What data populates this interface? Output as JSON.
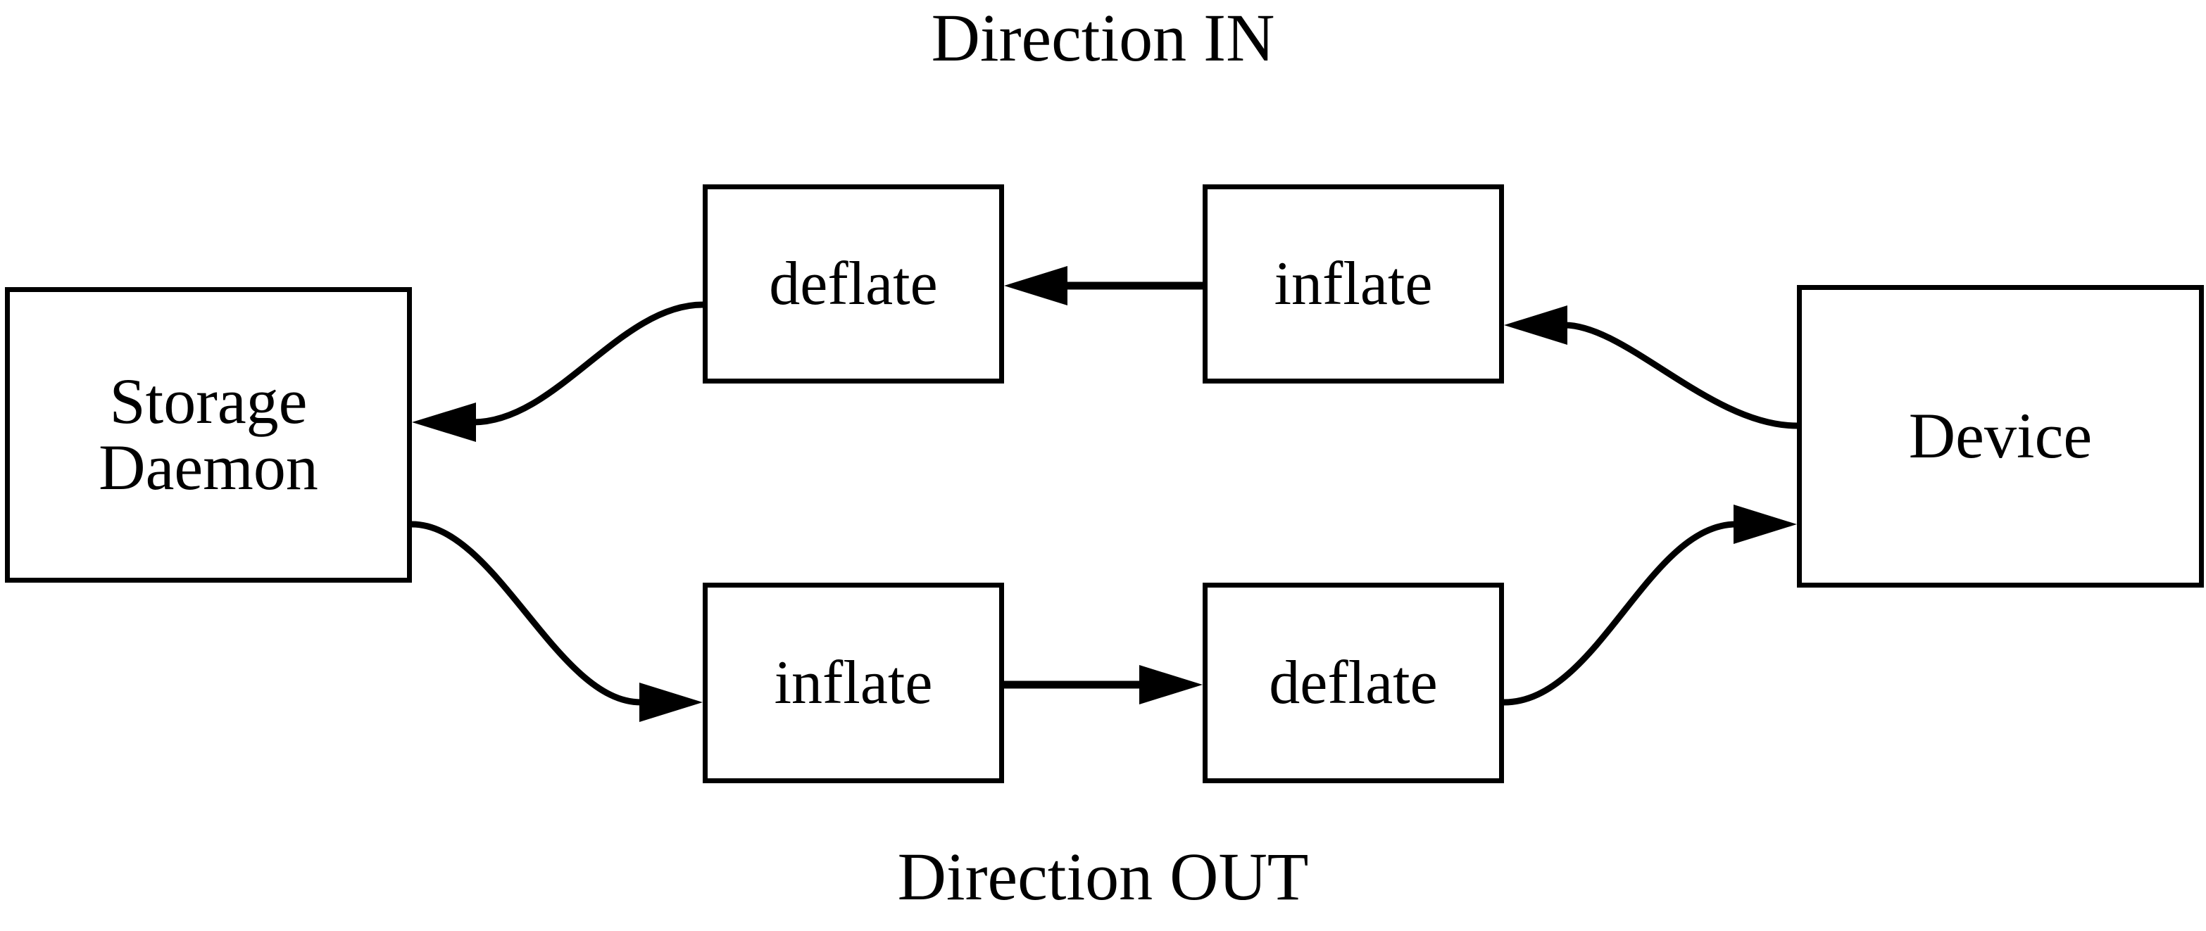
{
  "diagram": {
    "title_top": "Direction IN",
    "title_bottom": "Direction OUT",
    "stroke_color": "#000000",
    "background_color": "#ffffff",
    "nodes": {
      "storage_daemon": {
        "line1": "Storage",
        "line2": "Daemon"
      },
      "device": {
        "label": "Device"
      },
      "deflate_in": {
        "label": "deflate"
      },
      "inflate_in": {
        "label": "inflate"
      },
      "inflate_out": {
        "label": "inflate"
      },
      "deflate_out": {
        "label": "deflate"
      }
    },
    "edges": [
      {
        "name": "device-to-inflate-in",
        "from": "Device",
        "to": "inflate (IN)",
        "style": "curved",
        "arrow": "left"
      },
      {
        "name": "inflate-in-to-deflate-in",
        "from": "inflate (IN)",
        "to": "deflate (IN)",
        "style": "straight",
        "arrow": "left"
      },
      {
        "name": "deflate-in-to-storage",
        "from": "deflate (IN)",
        "to": "Storage Daemon",
        "style": "curved",
        "arrow": "left"
      },
      {
        "name": "storage-to-inflate-out",
        "from": "Storage Daemon",
        "to": "inflate (OUT)",
        "style": "curved",
        "arrow": "right"
      },
      {
        "name": "inflate-out-to-deflate-out",
        "from": "inflate (OUT)",
        "to": "deflate (OUT)",
        "style": "straight",
        "arrow": "right"
      },
      {
        "name": "deflate-out-to-device",
        "from": "deflate (OUT)",
        "to": "Device",
        "style": "curved",
        "arrow": "right"
      }
    ]
  }
}
